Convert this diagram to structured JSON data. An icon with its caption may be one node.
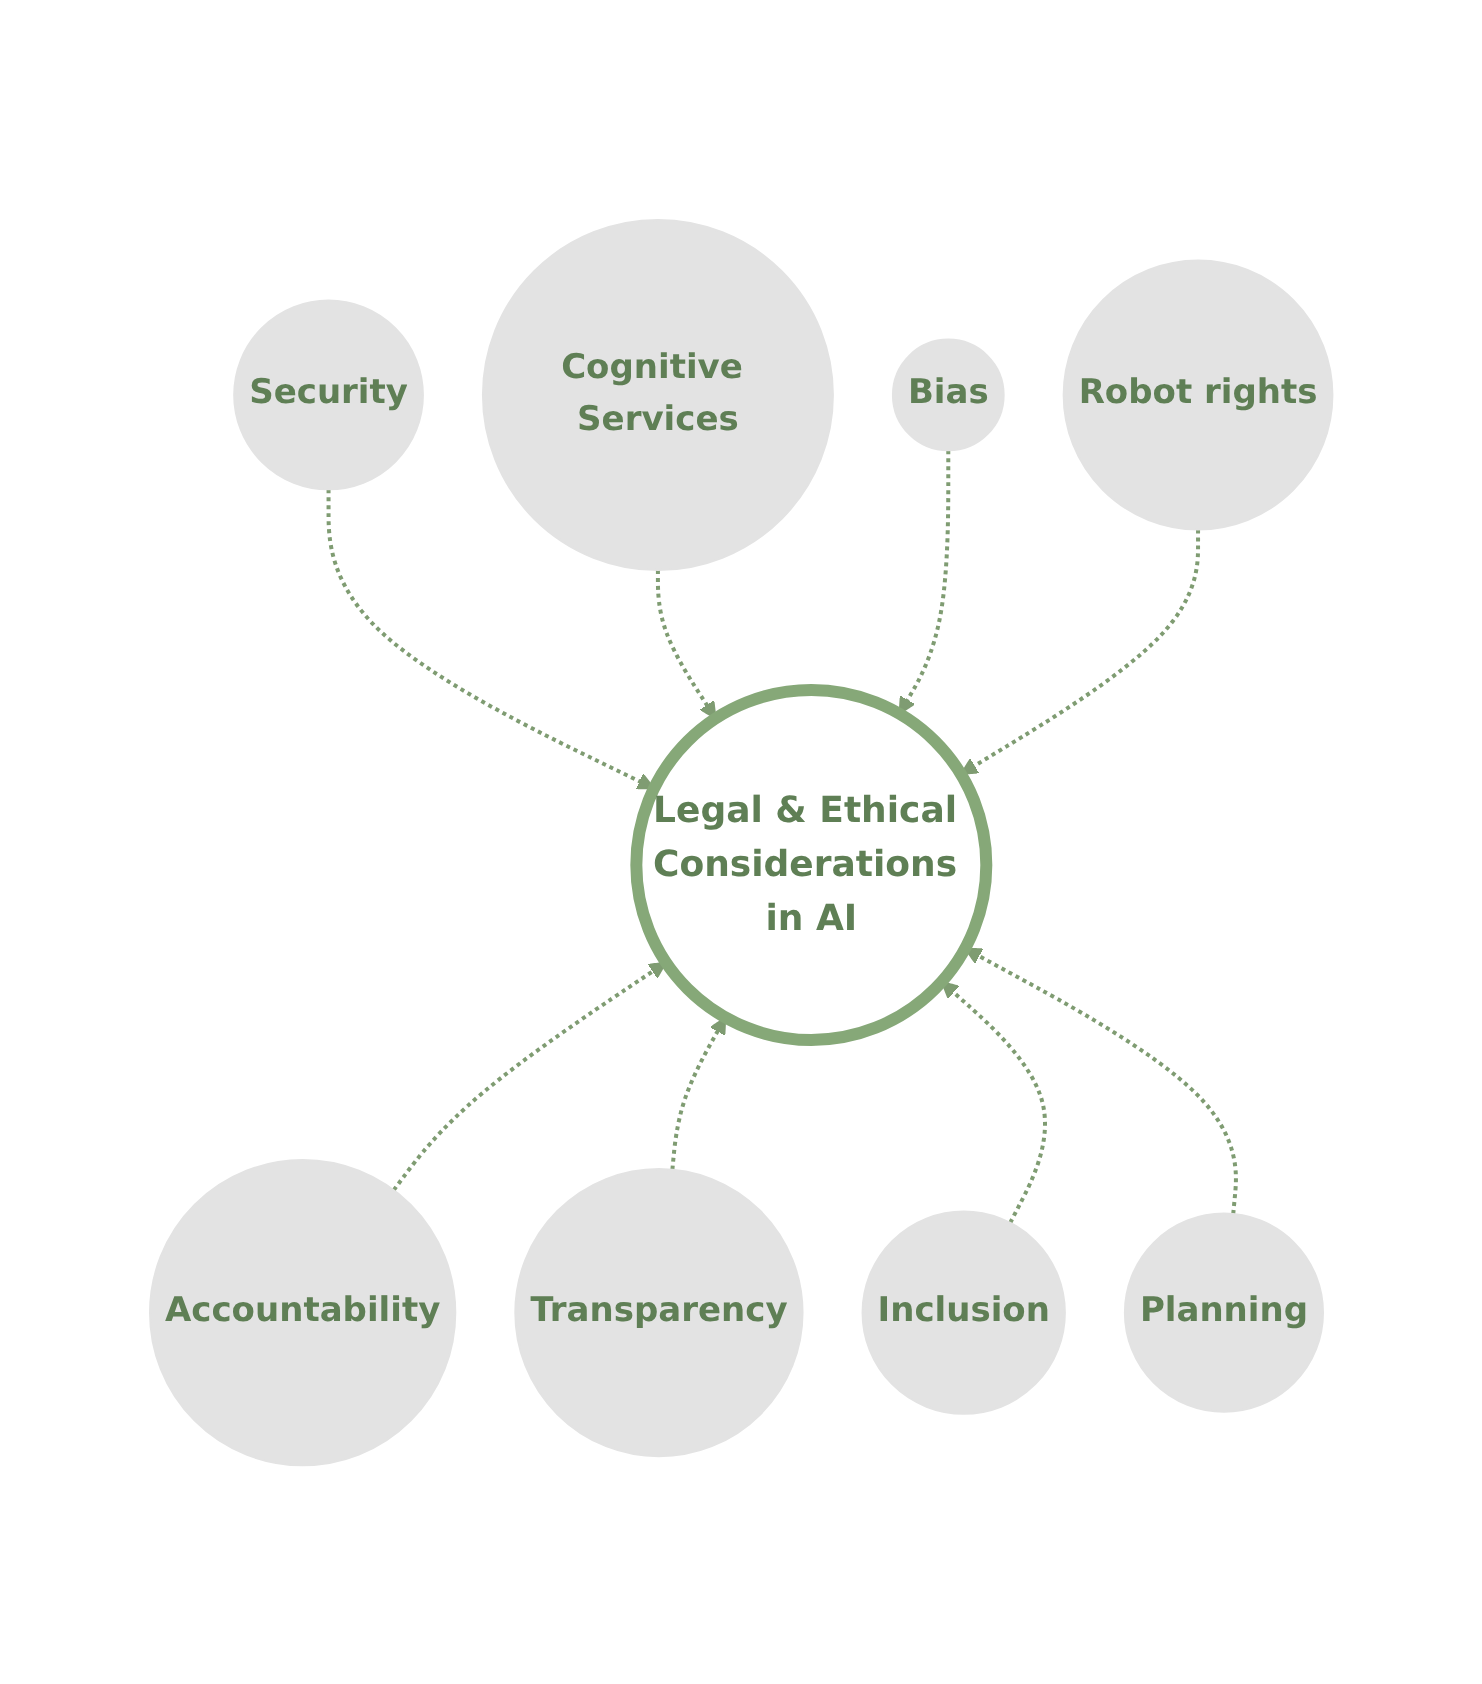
{
  "diagram": {
    "nodes": [
      {
        "text": [
          "Legal & Ethical Considerations in AI"
        ]
      },
      {
        "text": [
          "Security"
        ]
      },
      {
        "text": [
          "Cognitive Services"
        ]
      },
      {
        "text": [
          "Accountability"
        ]
      },
      {
        "text": [
          "Transparency"
        ]
      },
      {
        "text": [
          "Inclusion"
        ]
      },
      {
        "text": [
          "Planning"
        ]
      },
      {
        "text": [
          "Bias"
        ]
      },
      {
        "text": [
          "Robot rights"
        ]
      }
    ],
    "edges": [
      {
        "from": 1,
        "to": 0,
        "arrow": "to",
        "style": "dashed"
      },
      {
        "from": 2,
        "to": 0,
        "arrow": "to",
        "style": "dashed"
      },
      {
        "from": 3,
        "to": 0,
        "arrow": "to",
        "style": "dashed"
      },
      {
        "from": 4,
        "to": 0,
        "arrow": "to",
        "style": "dashed"
      },
      {
        "from": 5,
        "to": 0,
        "arrow": "to",
        "style": "dashed"
      },
      {
        "from": 6,
        "to": 0,
        "arrow": "to",
        "style": "dashed"
      },
      {
        "from": 7,
        "to": 0,
        "arrow": "to",
        "style": "dashed"
      },
      {
        "from": 8,
        "to": 0,
        "arrow": "to",
        "style": "dashed"
      }
    ]
  }
}
